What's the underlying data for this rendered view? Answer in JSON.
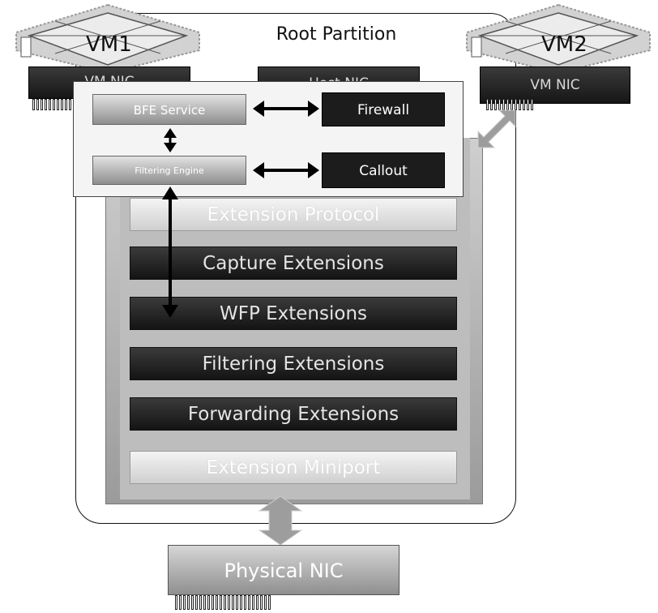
{
  "root_partition": {
    "title": "Root Partition"
  },
  "vm1": {
    "label": "VM1",
    "nic_label": "VM NIC"
  },
  "vm2": {
    "label": "VM2",
    "nic_label": "VM NIC"
  },
  "host_nic": {
    "label": "Host NIC"
  },
  "wfp_panel": {
    "bfe_service": "BFE Service",
    "filtering_engine": "Filtering Engine",
    "firewall": "Firewall",
    "callout": "Callout"
  },
  "extension_stack": [
    {
      "label": "Extension Protocol",
      "style": "light"
    },
    {
      "label": "Capture Extensions",
      "style": "dark"
    },
    {
      "label": "WFP Extensions",
      "style": "dark"
    },
    {
      "label": "Filtering Extensions",
      "style": "dark"
    },
    {
      "label": "Forwarding Extensions",
      "style": "dark"
    },
    {
      "label": "Extension Miniport",
      "style": "light"
    }
  ],
  "physical_nic": {
    "label": "Physical NIC"
  }
}
